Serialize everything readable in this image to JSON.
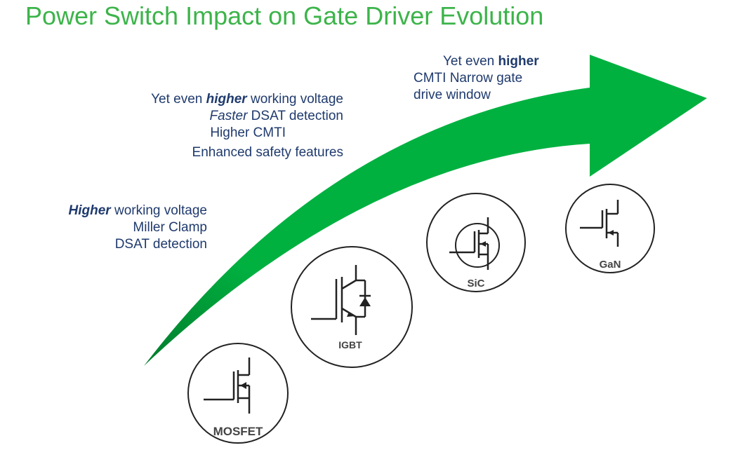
{
  "title": "Power Switch Impact on Gate Driver Evolution",
  "block1": {
    "line1_emph": "Higher",
    "line1_rest": " working voltage",
    "line2": "Miller Clamp",
    "line3": "DSAT detection"
  },
  "block2": {
    "line1_pre": "Yet even ",
    "line1_emph": "higher",
    "line1_rest": " working voltage",
    "line2_emph": "Faster",
    "line2_rest": " DSAT detection",
    "line3": "Higher CMTI",
    "line4": "Enhanced safety features"
  },
  "block3": {
    "line1_pre": "Yet even ",
    "line1_emph": "higher",
    "line2": "CMTI  Narrow gate",
    "line3": "drive window"
  },
  "switches": [
    {
      "label": "MOSFET"
    },
    {
      "label": "IGBT"
    },
    {
      "label": "SiC"
    },
    {
      "label": "GaN"
    }
  ],
  "colors": {
    "title": "#3cb44a",
    "arrow": "#00b140",
    "text": "#1f3a6d"
  }
}
